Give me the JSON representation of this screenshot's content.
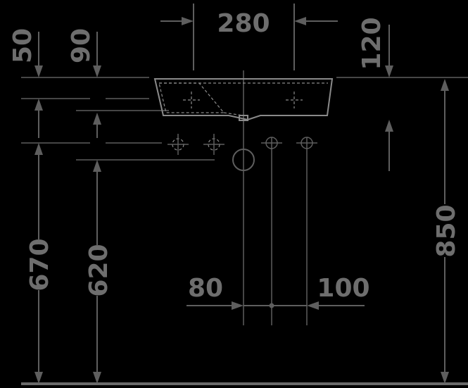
{
  "dimensions": {
    "top_width": "280",
    "top_left_a": "50",
    "top_left_b": "90",
    "top_right": "120",
    "height_left_a": "670",
    "height_left_b": "620",
    "height_right": "850",
    "bottom_left": "80",
    "bottom_right": "100"
  }
}
